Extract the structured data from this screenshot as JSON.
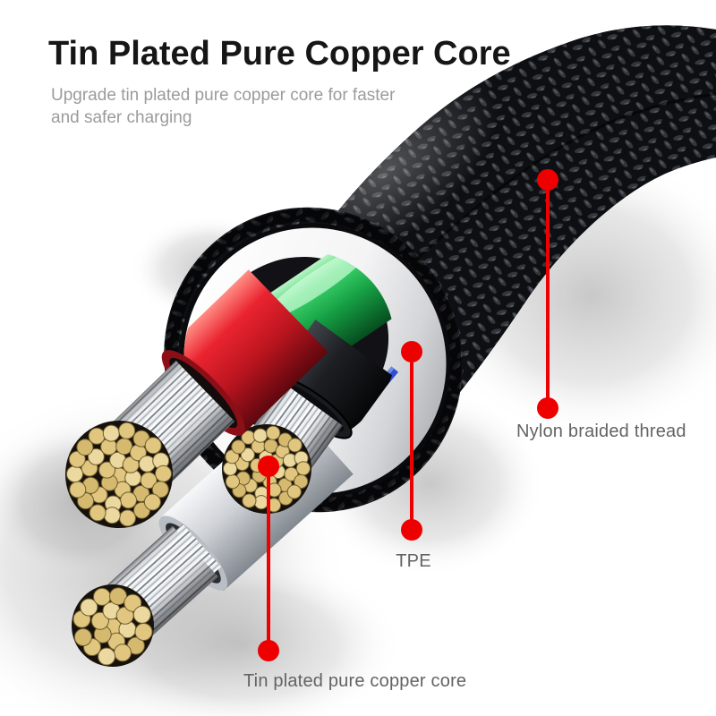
{
  "header": {
    "title": "Tin Plated Pure Copper Core",
    "subtitle": "Upgrade tin plated pure copper core for faster and safer charging"
  },
  "annotations": [
    {
      "id": "nylon",
      "label": "Nylon braided thread"
    },
    {
      "id": "tpe",
      "label": "TPE"
    },
    {
      "id": "tin-core",
      "label": "Tin plated pure copper core"
    }
  ],
  "colors": {
    "accent_red": "#ee0000",
    "title_text": "#161616",
    "subtitle_text": "#9b9b9b",
    "label_text": "#636363",
    "braid_black": "#0e0f12",
    "tpe_white": "#ffffff",
    "green_wire": "#1fb04e",
    "red_wire": "#e2202b",
    "blue_wire": "#2b4fd0",
    "copper_light": "#ecd9a0",
    "copper_tin": "#e0c67e",
    "copper_dark": "#d4b96e",
    "copper_edge": "#6f5c30"
  }
}
